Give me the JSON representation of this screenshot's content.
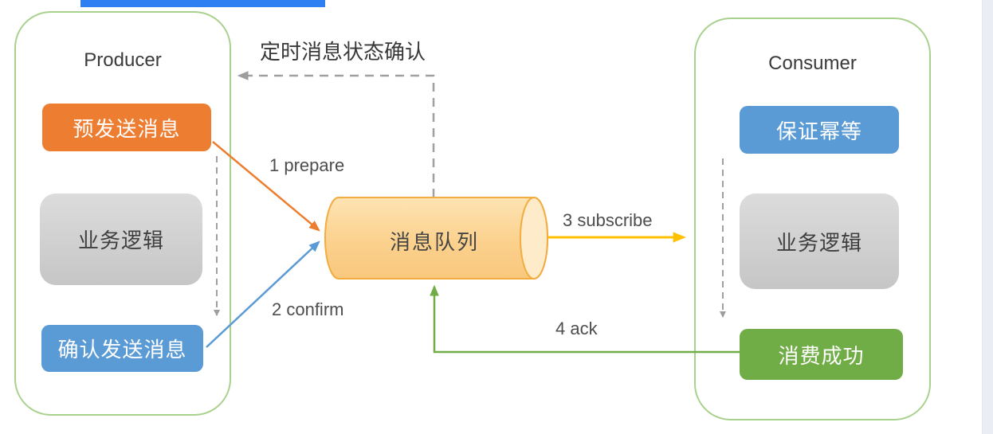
{
  "diagram": {
    "producer": {
      "title": "Producer",
      "pre_send": "预发送消息",
      "logic": "业务逻辑",
      "confirm_send": "确认发送消息"
    },
    "queue": {
      "label": "消息队列"
    },
    "consumer": {
      "title": "Consumer",
      "idempotent": "保证幂等",
      "logic": "业务逻辑",
      "success": "消费成功"
    },
    "arrows": {
      "prepare": "1 prepare",
      "confirm": "2 confirm",
      "subscribe": "3 subscribe",
      "ack": "4 ack",
      "status_check": "定时消息状态确认"
    },
    "colors": {
      "orange_node": "#ED7D31",
      "blue_node": "#5B9BD5",
      "green_node": "#70AD47",
      "gray_node": "#D2D2D2",
      "panel_border": "#A9D18E",
      "queue_body": "#FBD18D",
      "queue_cap": "#FDEBC9",
      "queue_border": "#F2AC3F",
      "subscribe_arrow": "#FFC000",
      "dashed_gray": "#A0A0A0",
      "top_bar": "#2E7FF2",
      "right_strip": "#EAEEF4"
    }
  }
}
